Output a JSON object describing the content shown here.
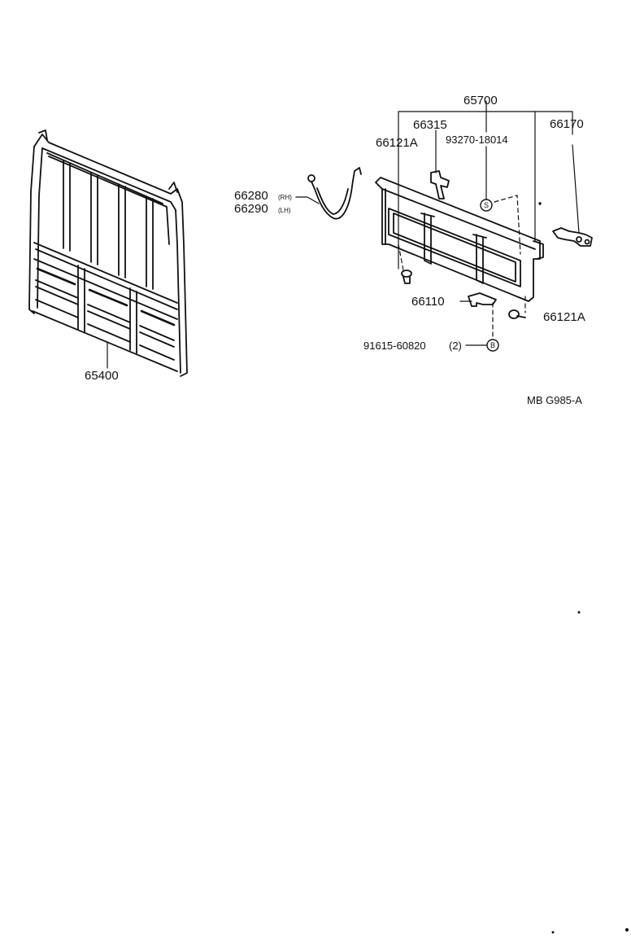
{
  "callouts": {
    "headboard": "65400",
    "tailgate_assy": "65700",
    "hinge": "66315",
    "latch": "66170",
    "bolt_left": "66121A",
    "bolt_right": "66121A",
    "clip_part": "93270-18014",
    "chain_rh": "66280",
    "chain_rh_side": "(RH)",
    "chain_lh": "66290",
    "chain_lh_side": "(LH)",
    "bracket": "66110",
    "bolt_b": "91615-60820",
    "bolt_b_qty": "(2)"
  },
  "symbols": {
    "s": "S",
    "b": "B"
  },
  "figure_code": "MB G985-A"
}
